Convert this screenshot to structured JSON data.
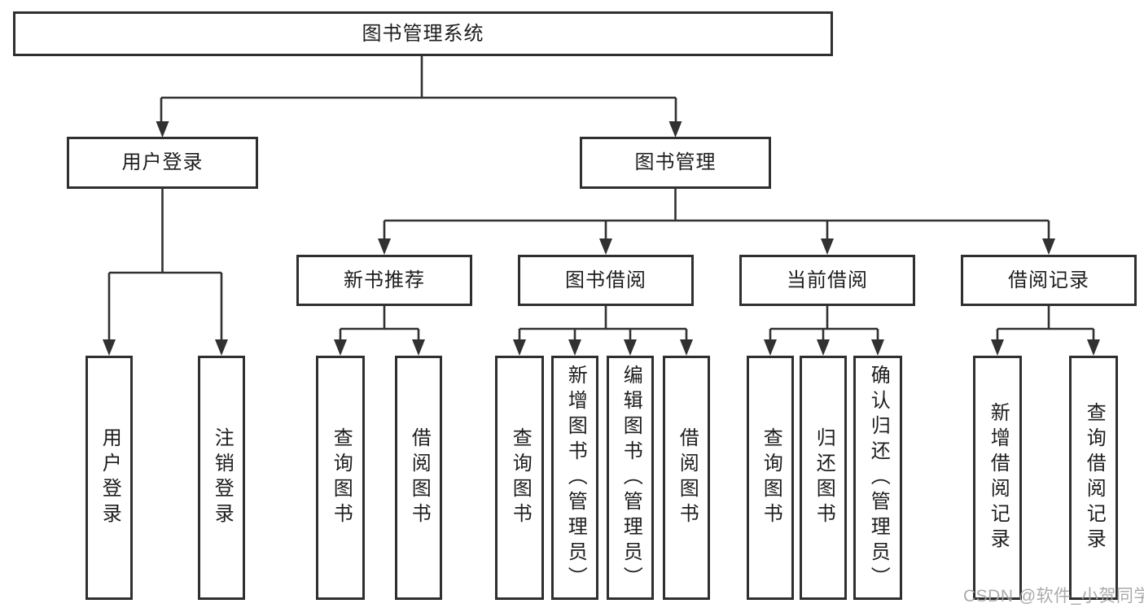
{
  "colors": {
    "line": "#313131",
    "box_border": "#2f2f2f",
    "text": "#1d1d1d",
    "watermark": "#a4a4a4",
    "background": "#ffffff"
  },
  "watermark": "CSDN @软件_小贺同学",
  "tree": {
    "root": {
      "label": "图书管理系统",
      "children": [
        {
          "label": "用户登录",
          "children": [
            {
              "label": "用户登录"
            },
            {
              "label": "注销登录"
            }
          ]
        },
        {
          "label": "图书管理",
          "children": [
            {
              "label": "新书推荐",
              "children": [
                {
                  "label": "查询图书"
                },
                {
                  "label": "借阅图书"
                }
              ]
            },
            {
              "label": "图书借阅",
              "children": [
                {
                  "label": "查询图书"
                },
                {
                  "label": "新增图书（管理员）"
                },
                {
                  "label": "编辑图书（管理员）"
                },
                {
                  "label": "借阅图书"
                }
              ]
            },
            {
              "label": "当前借阅",
              "children": [
                {
                  "label": "查询图书"
                },
                {
                  "label": "归还图书"
                },
                {
                  "label": "确认归还（管理员）"
                }
              ]
            },
            {
              "label": "借阅记录",
              "children": [
                {
                  "label": "新增借阅记录"
                },
                {
                  "label": "查询借阅记录"
                }
              ]
            }
          ]
        }
      ]
    }
  }
}
